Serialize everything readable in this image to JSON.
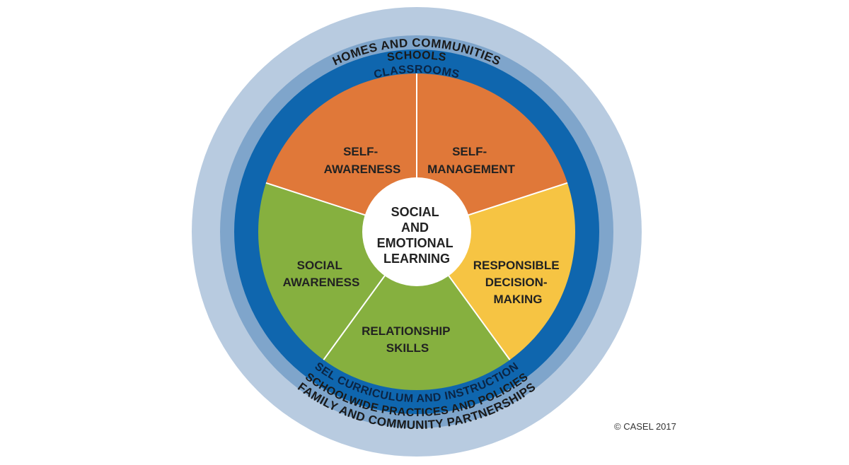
{
  "rings": {
    "outer": {
      "top_label": "HOMES AND COMMUNITIES",
      "bottom_label": "FAMILY AND COMMUNITY PARTNERSHIPS"
    },
    "middle": {
      "top_label": "SCHOOLS",
      "bottom_label": "SCHOOLWIDE PRACTICES AND POLICIES"
    },
    "inner": {
      "top_label": "CLASSROOMS",
      "bottom_label": "SEL CURRICULUM AND INSTRUCTION"
    }
  },
  "segments": {
    "self_awareness": {
      "lines": [
        "SELF-",
        "AWARENESS"
      ],
      "color": "#E07839"
    },
    "self_management": {
      "lines": [
        "SELF-",
        "MANAGEMENT"
      ],
      "color": "#E07839"
    },
    "responsible_decision_making": {
      "lines": [
        "RESPONSIBLE",
        "DECISION-",
        "MAKING"
      ],
      "color": "#F6C443"
    },
    "relationship_skills": {
      "lines": [
        "RELATIONSHIP",
        "SKILLS"
      ],
      "color": "#86B03F"
    },
    "social_awareness": {
      "lines": [
        "SOCIAL",
        "AWARENESS"
      ],
      "color": "#86B03F"
    }
  },
  "center": {
    "lines": [
      "SOCIAL",
      "AND",
      "EMOTIONAL",
      "LEARNING"
    ]
  },
  "colors": {
    "outer_ring": "#B8CBE0",
    "middle_ring": "#7FA5CB",
    "inner_ring": "#0F66AE",
    "divider": "#FFFFFF"
  },
  "copyright": "© CASEL 2017"
}
